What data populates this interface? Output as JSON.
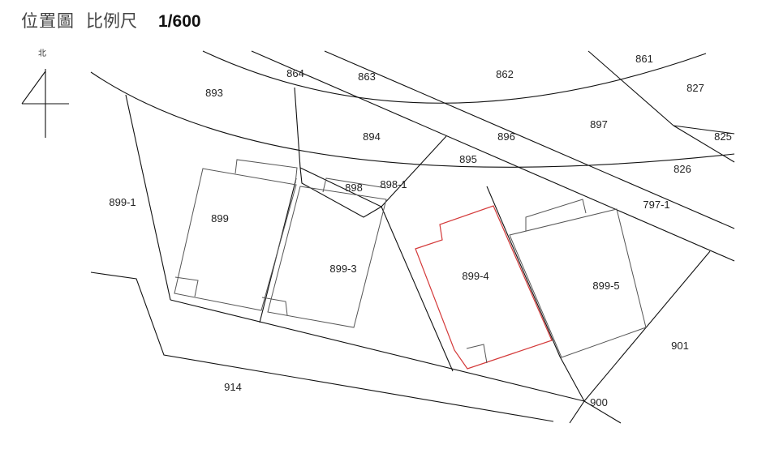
{
  "header": {
    "title": "位置圖",
    "scale_label": "比例尺",
    "scale_value": "1/600"
  },
  "north_arrow": {
    "label": "北",
    "icon": "north-arrow-icon"
  },
  "highlight_color": "#d43a3a",
  "parcels": [
    {
      "id": "861",
      "label": "861"
    },
    {
      "id": "827",
      "label": "827"
    },
    {
      "id": "825",
      "label": "825"
    },
    {
      "id": "826",
      "label": "826"
    },
    {
      "id": "862",
      "label": "862"
    },
    {
      "id": "863",
      "label": "863"
    },
    {
      "id": "864",
      "label": "864"
    },
    {
      "id": "893",
      "label": "893"
    },
    {
      "id": "894",
      "label": "894"
    },
    {
      "id": "895",
      "label": "895"
    },
    {
      "id": "896",
      "label": "896"
    },
    {
      "id": "897",
      "label": "897"
    },
    {
      "id": "797-1",
      "label": "797-1"
    },
    {
      "id": "898",
      "label": "898"
    },
    {
      "id": "898-1",
      "label": "898-1"
    },
    {
      "id": "899",
      "label": "899"
    },
    {
      "id": "899-1",
      "label": "899-1"
    },
    {
      "id": "899-3",
      "label": "899-3"
    },
    {
      "id": "899-4",
      "label": "899-4",
      "highlighted": true
    },
    {
      "id": "899-5",
      "label": "899-5"
    },
    {
      "id": "900",
      "label": "900"
    },
    {
      "id": "901",
      "label": "901"
    },
    {
      "id": "914",
      "label": "914"
    }
  ]
}
